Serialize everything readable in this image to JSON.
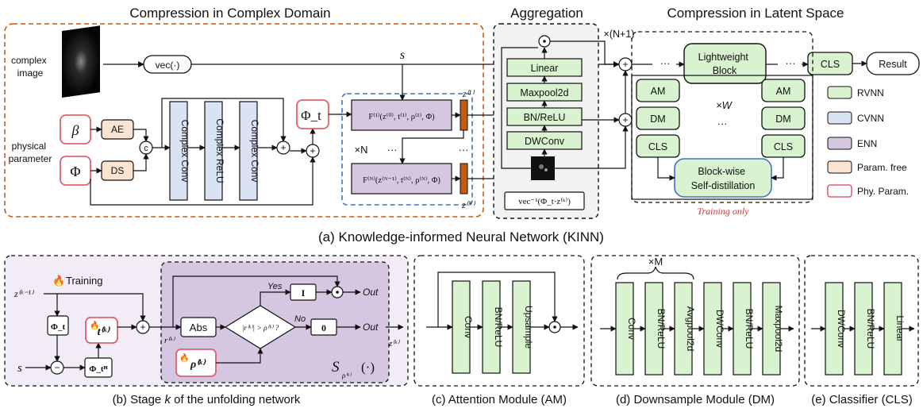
{
  "sections": {
    "complex_domain": "Compression in Complex Domain",
    "aggregation": "Aggregation",
    "latent": "Compression in Latent Space"
  },
  "inputs": {
    "complex_image": [
      "complex",
      "image"
    ],
    "physical_parameter": [
      "physical",
      "parameter"
    ],
    "s": "s",
    "beta": "β",
    "phi": "Φ",
    "ae": "AE",
    "ds": "DS",
    "concat": "c",
    "vec": "vec(·)"
  },
  "complex_layers": [
    "Complex Conv",
    "Complex ReLU",
    "Complex Conv"
  ],
  "phi_t": "Φ_t",
  "unfold": {
    "stage1": "F⁽¹⁾(z⁽⁰⁾, t⁽¹⁾, ρ⁽¹⁾, Φ)",
    "stageN": "F⁽ᴺ⁾(z⁽ᴺ⁻¹⁾, t⁽ᴺ⁾, ρ⁽ᴺ⁾, Φ)",
    "times_n": "×N",
    "dots": "···",
    "z1": "z⁽¹⁾",
    "zN": "z⁽ᴺ⁾"
  },
  "aggregation": {
    "layers": [
      "Linear",
      "Maxpool2d",
      "BN/ReLU",
      "DWConv"
    ],
    "repeat": "×(N+1)",
    "vec_inv": "vec⁻¹(Φ_t·z⁽ᵏ⁾)"
  },
  "latent": {
    "lightweight": [
      "Lightweight",
      "Block"
    ],
    "cls": "CLS",
    "result": "Result",
    "am": "AM",
    "dm": "DM",
    "times_w": "×W",
    "bsd": [
      "Block-wise",
      "Self-distillation"
    ],
    "training_only": "Training only"
  },
  "legend": [
    {
      "label": "RVNN",
      "color": "#d9f2d0"
    },
    {
      "label": "CVNN",
      "color": "#dae3f3"
    },
    {
      "label": "ENN",
      "color": "#d5c6e2"
    },
    {
      "label": "Param. free",
      "color": "#fbe3d1"
    },
    {
      "label": "Phy. Param.",
      "color": "#ffffff"
    }
  ],
  "captions": {
    "a": "(a) Knowledge-informed Neural Network (KINN)",
    "b_prefix": "(b) Stage ",
    "b_k": "k",
    "b_suffix": " of the unfolding network",
    "c": "(c) Attention Module (AM)",
    "d": "(d) Downsample Module (DM)",
    "e": "(e) Classifier (CLS)"
  },
  "stage": {
    "training": "Training",
    "z_prev": "z⁽ᵏ⁻¹⁾",
    "s": "s",
    "phi_t": "Φ_t",
    "phi_h": "Φ_tᴴ",
    "t_k": "t⁽ᵏ⁾",
    "r_k": "r⁽ᵏ⁾",
    "abs": "Abs",
    "rho_k": "ρ⁽ᵏ⁾",
    "cond": "|r⁽ᵏ⁾| > ρ⁽ᵏ⁾ ?",
    "yes": "Yes",
    "no": "No",
    "one": "I",
    "zero": "0",
    "out": "Out",
    "z_k": "z⁽ᵏ⁾",
    "shrink": "S",
    "shrink_sub": "ρ⁽ᵏ⁾",
    "shrink_arg": "(·)"
  },
  "am_layers": [
    "Conv",
    "BN/ReLU",
    "Upsample"
  ],
  "dm": {
    "repeat": "×M",
    "layers": [
      "Conv",
      "BN/ReLU",
      "Avgpool2d",
      "DWConv",
      "BN/ReLU",
      "Maxpool2d"
    ]
  },
  "cls_layers": [
    "DWConv",
    "BN/ReLU",
    "Linear"
  ]
}
